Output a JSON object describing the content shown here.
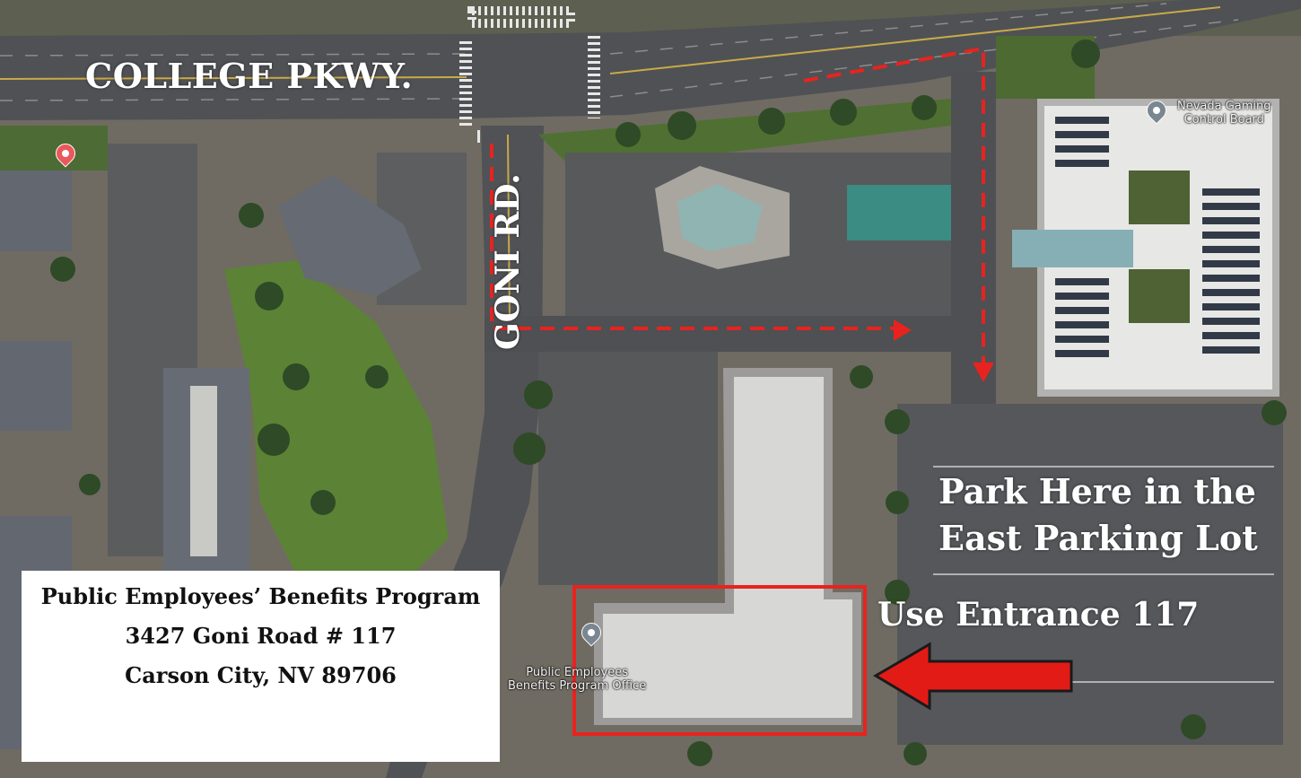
{
  "map": {
    "roads": {
      "college_pkwy": "COLLEGE PKWY.",
      "goni_rd": "GONI RD."
    },
    "places": {
      "gaming_board": [
        "Nevada Gaming",
        "Control Board"
      ],
      "pebp_office": [
        "Public Employees",
        "Benefits Program Office"
      ]
    },
    "instructions": {
      "park_line1": "Park Here in the",
      "park_line2": "East Parking Lot",
      "entrance": "Use Entrance 117"
    },
    "colors": {
      "route": "#e8231f",
      "highlight_box": "#e8231f",
      "arrow_fill": "#e31b17",
      "label_text": "#ffffff"
    },
    "icons": [
      "place-pin-icon",
      "government-building-pin-icon",
      "left-arrow-icon"
    ]
  },
  "info_box": {
    "title": "Public Employees’ Benefits Program",
    "address": "3427 Goni Road # 117",
    "city": "Carson City, NV 89706"
  }
}
